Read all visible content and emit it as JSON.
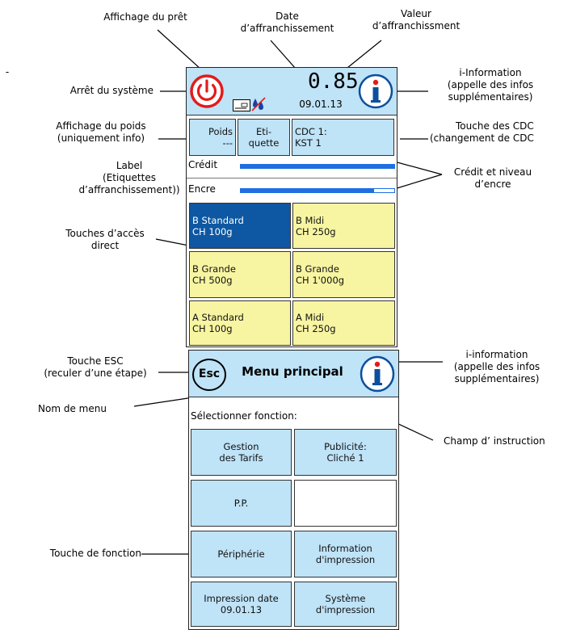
{
  "annotations": {
    "pret": "Affichage du prêt",
    "date_line1": "Date",
    "date_line2": "d’affranchissement",
    "valeur_line1": "Valeur",
    "valeur_line2": "d’affranchissment",
    "arret": "Arrêt du système",
    "info_line1": "i-Information",
    "info_line2": "(appelle des infos",
    "info_line3": "supplémentaires)",
    "poids_line1": "Affichage du poids",
    "poids_line2": "(uniquement info)",
    "cdc_line1": "Touche des CDC",
    "cdc_line2": "(changement de CDC",
    "label_line1": "Label",
    "label_line2": "(Etiquettes",
    "label_line3": "d’affranchissement))",
    "credit_line1": "Crédit et niveau",
    "credit_line2": "d’encre",
    "acces_line1": "Touches d’accès",
    "acces_line2": "direct",
    "esc_line1": "Touche ESC",
    "esc_line2": "(reculer d’une étape)",
    "info2_line1": "i-information",
    "info2_line2": "(appelle des infos",
    "info2_line3": "supplémentaires)",
    "nom_menu": "Nom de menu",
    "champ": "Champ d’ instruction",
    "fonction": "Touche de fonction",
    "dash": "-"
  },
  "screen_top": {
    "value": "0.85",
    "date": "09.01.13",
    "poids_label": "Poids",
    "poids_value": "---",
    "etiquette_line1": "Eti-",
    "etiquette_line2": "quette",
    "cdc_line1": "CDC 1:",
    "cdc_line2": "KST 1",
    "credit_label": "Crédit",
    "encre_label": "Encre",
    "credit_level": 1.0,
    "encre_level": 0.87,
    "keys": [
      {
        "line1": "B Standard",
        "line2": "CH 100g"
      },
      {
        "line1": "B Midi",
        "line2": "CH 250g"
      },
      {
        "line1": "B Grande",
        "line2": "CH 500g"
      },
      {
        "line1": "B Grande",
        "line2": "CH 1'000g"
      },
      {
        "line1": "A Standard",
        "line2": "CH 100g"
      },
      {
        "line1": "A Midi",
        "line2": "CH 250g"
      }
    ]
  },
  "screen_bottom": {
    "esc": "Esc",
    "title": "Menu principal",
    "instruction": "Sélectionner fonction:",
    "functions": [
      {
        "line1": "Gestion",
        "line2": "des Tarifs"
      },
      {
        "line1": "Publicité:",
        "line2": "Cliché 1"
      },
      {
        "line1": "P.P.",
        "line2": ""
      },
      {
        "line1": "",
        "line2": ""
      },
      {
        "line1": "Périphérie",
        "line2": ""
      },
      {
        "line1": "Information",
        "line2": "d'impression"
      },
      {
        "line1": "Impression date",
        "line2": "09.01.13"
      },
      {
        "line1": "Système",
        "line2": "d'impression"
      }
    ]
  },
  "colors": {
    "screen_blue": "#bfe3f7",
    "key_yellow": "#f8f5a2",
    "key_selected": "#0e57a2",
    "power_red": "#e21b1b",
    "info_blue": "#0c4f9c",
    "bar_blue": "#1f6fe0"
  },
  "icons": [
    "power-icon",
    "info-icon",
    "loan-icon",
    "ink-drop-icon"
  ]
}
